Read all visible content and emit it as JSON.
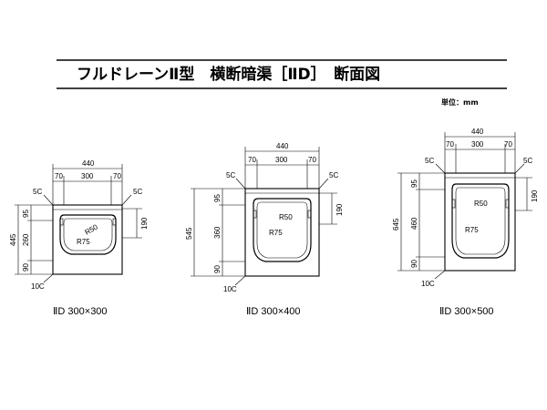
{
  "title": "フルドレーンⅡ型　横断暗渠［ⅡD］　断面図",
  "unit_label": "単位：mm",
  "sections": [
    {
      "caption": "ⅡD 300×300",
      "top_total": "440",
      "top_left": "70",
      "top_mid": "300",
      "top_right": "70",
      "height_total": "445",
      "h_top": "95",
      "h_mid": "260",
      "h_bot": "90",
      "right_dim": "190",
      "chamfer_top_left": "5C",
      "chamfer_top_right": "5C",
      "chamfer_bottom": "10C",
      "r_small": "R50",
      "r_large": "R75"
    },
    {
      "caption": "ⅡD 300×400",
      "top_total": "440",
      "top_left": "70",
      "top_mid": "300",
      "top_right": "70",
      "height_total": "545",
      "h_top": "95",
      "h_mid": "360",
      "h_bot": "90",
      "right_dim": "190",
      "chamfer_top_left": "5C",
      "chamfer_top_right": "5C",
      "chamfer_bottom": "10C",
      "r_small": "R50",
      "r_large": "R75"
    },
    {
      "caption": "ⅡD 300×500",
      "top_total": "440",
      "top_left": "70",
      "top_mid": "300",
      "top_right": "70",
      "height_total": "645",
      "h_top": "95",
      "h_mid": "460",
      "h_bot": "90",
      "right_dim": "190",
      "chamfer_top_left": "5C",
      "chamfer_top_right": "5C",
      "chamfer_bottom": "10C",
      "r_small": "R50",
      "r_large": "R75"
    }
  ]
}
